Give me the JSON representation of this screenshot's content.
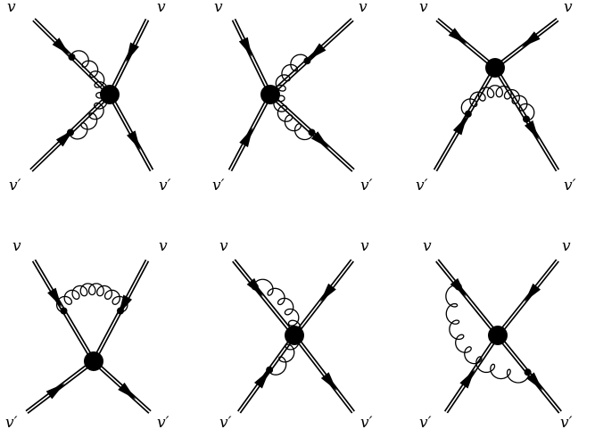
{
  "diagrams": [
    {
      "labels": {
        "top_left": "v",
        "top_right": "v",
        "bottom_left": "v′",
        "bottom_right": "v′"
      }
    },
    {
      "labels": {
        "top_left": "v",
        "top_right": "v",
        "bottom_left": "v′",
        "bottom_right": "v′"
      }
    },
    {
      "labels": {
        "top_left": "v",
        "top_right": "v",
        "bottom_left": "v′",
        "bottom_right": "v′"
      }
    },
    {
      "labels": {
        "top_left": "v",
        "top_right": "v",
        "bottom_left": "v′",
        "bottom_right": "v′"
      }
    },
    {
      "labels": {
        "top_left": "v",
        "top_right": "v",
        "bottom_left": "v′",
        "bottom_right": "v′"
      }
    },
    {
      "labels": {
        "top_left": "v",
        "top_right": "v",
        "bottom_left": "v′",
        "bottom_right": "v′"
      }
    }
  ],
  "colors": {
    "line": "#000000",
    "background": "#ffffff"
  }
}
